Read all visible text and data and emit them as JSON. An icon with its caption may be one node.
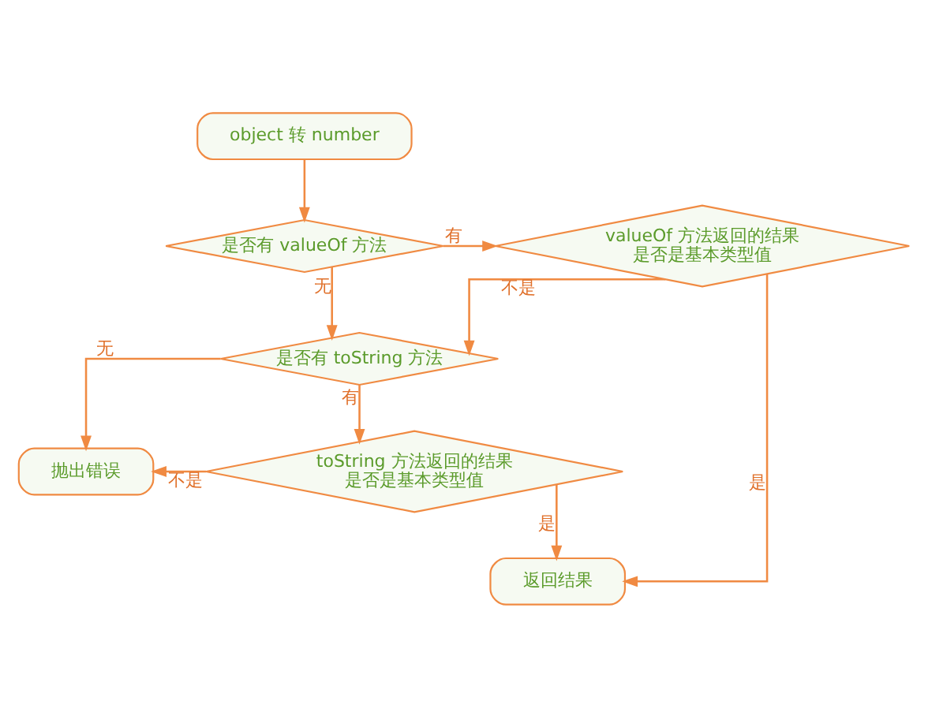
{
  "diagram": {
    "nodes": [
      {
        "text": [
          "object 转 number"
        ]
      },
      {
        "text": [
          "是否有 valueOf 方法"
        ]
      },
      {
        "text": [
          "valueOf 方法返回的结果是否是基本类型值"
        ]
      },
      {
        "text": [
          "是否有 toString 方法"
        ]
      },
      {
        "text": [
          "抛出错误"
        ]
      },
      {
        "text": [
          "toString 方法返回的结果是否是基本类型值"
        ]
      },
      {
        "text": [
          "返回结果"
        ]
      }
    ],
    "edges": [
      {
        "from": 0,
        "to": 1,
        "arrow": "to"
      },
      {
        "from": 1,
        "to": 2,
        "label": "有",
        "arrow": "to"
      },
      {
        "from": 1,
        "to": 3,
        "label": "无",
        "arrow": "to"
      },
      {
        "from": 2,
        "to": 3,
        "label": "不是",
        "arrow": "to"
      },
      {
        "from": 3,
        "to": 4,
        "label": "无",
        "arrow": "to"
      },
      {
        "from": 3,
        "to": 5,
        "label": "有",
        "arrow": "to"
      },
      {
        "from": 5,
        "to": 4,
        "label": "不是",
        "arrow": "to"
      },
      {
        "from": 5,
        "to": 6,
        "label": "是",
        "arrow": "to"
      },
      {
        "from": 2,
        "to": 6,
        "label": "是",
        "arrow": "to"
      }
    ]
  }
}
